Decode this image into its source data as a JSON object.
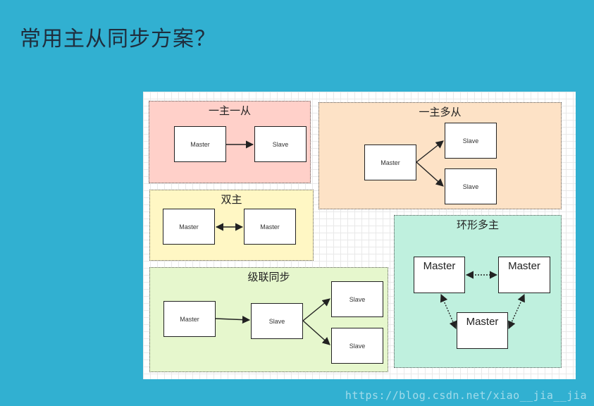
{
  "page": {
    "title": "常用主从同步方案？"
  },
  "groups": {
    "one_master_one_slave": {
      "title": "一主一从",
      "color": "#ffd0c9",
      "nodes": {
        "master": "Master",
        "slave": "Slave"
      }
    },
    "one_master_multi_slave": {
      "title": "一主多从",
      "color": "#fde2c6",
      "nodes": {
        "master": "Master",
        "slave_1": "Slave",
        "slave_2": "Slave"
      }
    },
    "dual_master": {
      "title": "双主",
      "color": "#fff7c4",
      "nodes": {
        "master_1": "Master",
        "master_2": "Master"
      }
    },
    "cascade_sync": {
      "title": "级联同步",
      "color": "#e6f7cd",
      "nodes": {
        "master": "Master",
        "slave_mid": "Slave",
        "slave_1": "Slave",
        "slave_2": "Slave"
      }
    },
    "ring_multi_master": {
      "title": "环形多主",
      "color": "#bff0de",
      "nodes": {
        "master_left": "Master",
        "master_right": "Master",
        "master_bottom": "Master"
      }
    }
  },
  "watermark": "https://blog.csdn.net/xiao__jia__jia"
}
